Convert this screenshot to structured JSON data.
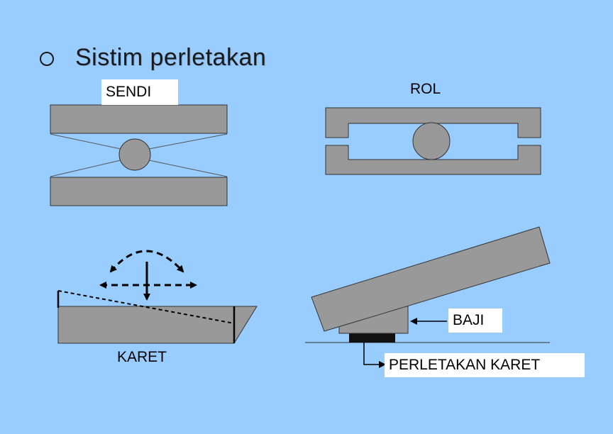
{
  "title": "Sistim perletakan",
  "labels": {
    "sendi": "SENDI",
    "rol": "ROL",
    "baji": "BAJI",
    "karet": "KARET",
    "perletakan_karet": "PERLETAKAN KARET"
  },
  "colors": {
    "background": "#99ccff",
    "block_fill": "#999999",
    "stroke": "#333333",
    "label_box": "#ffffff",
    "bearing_pad": "#111111"
  }
}
